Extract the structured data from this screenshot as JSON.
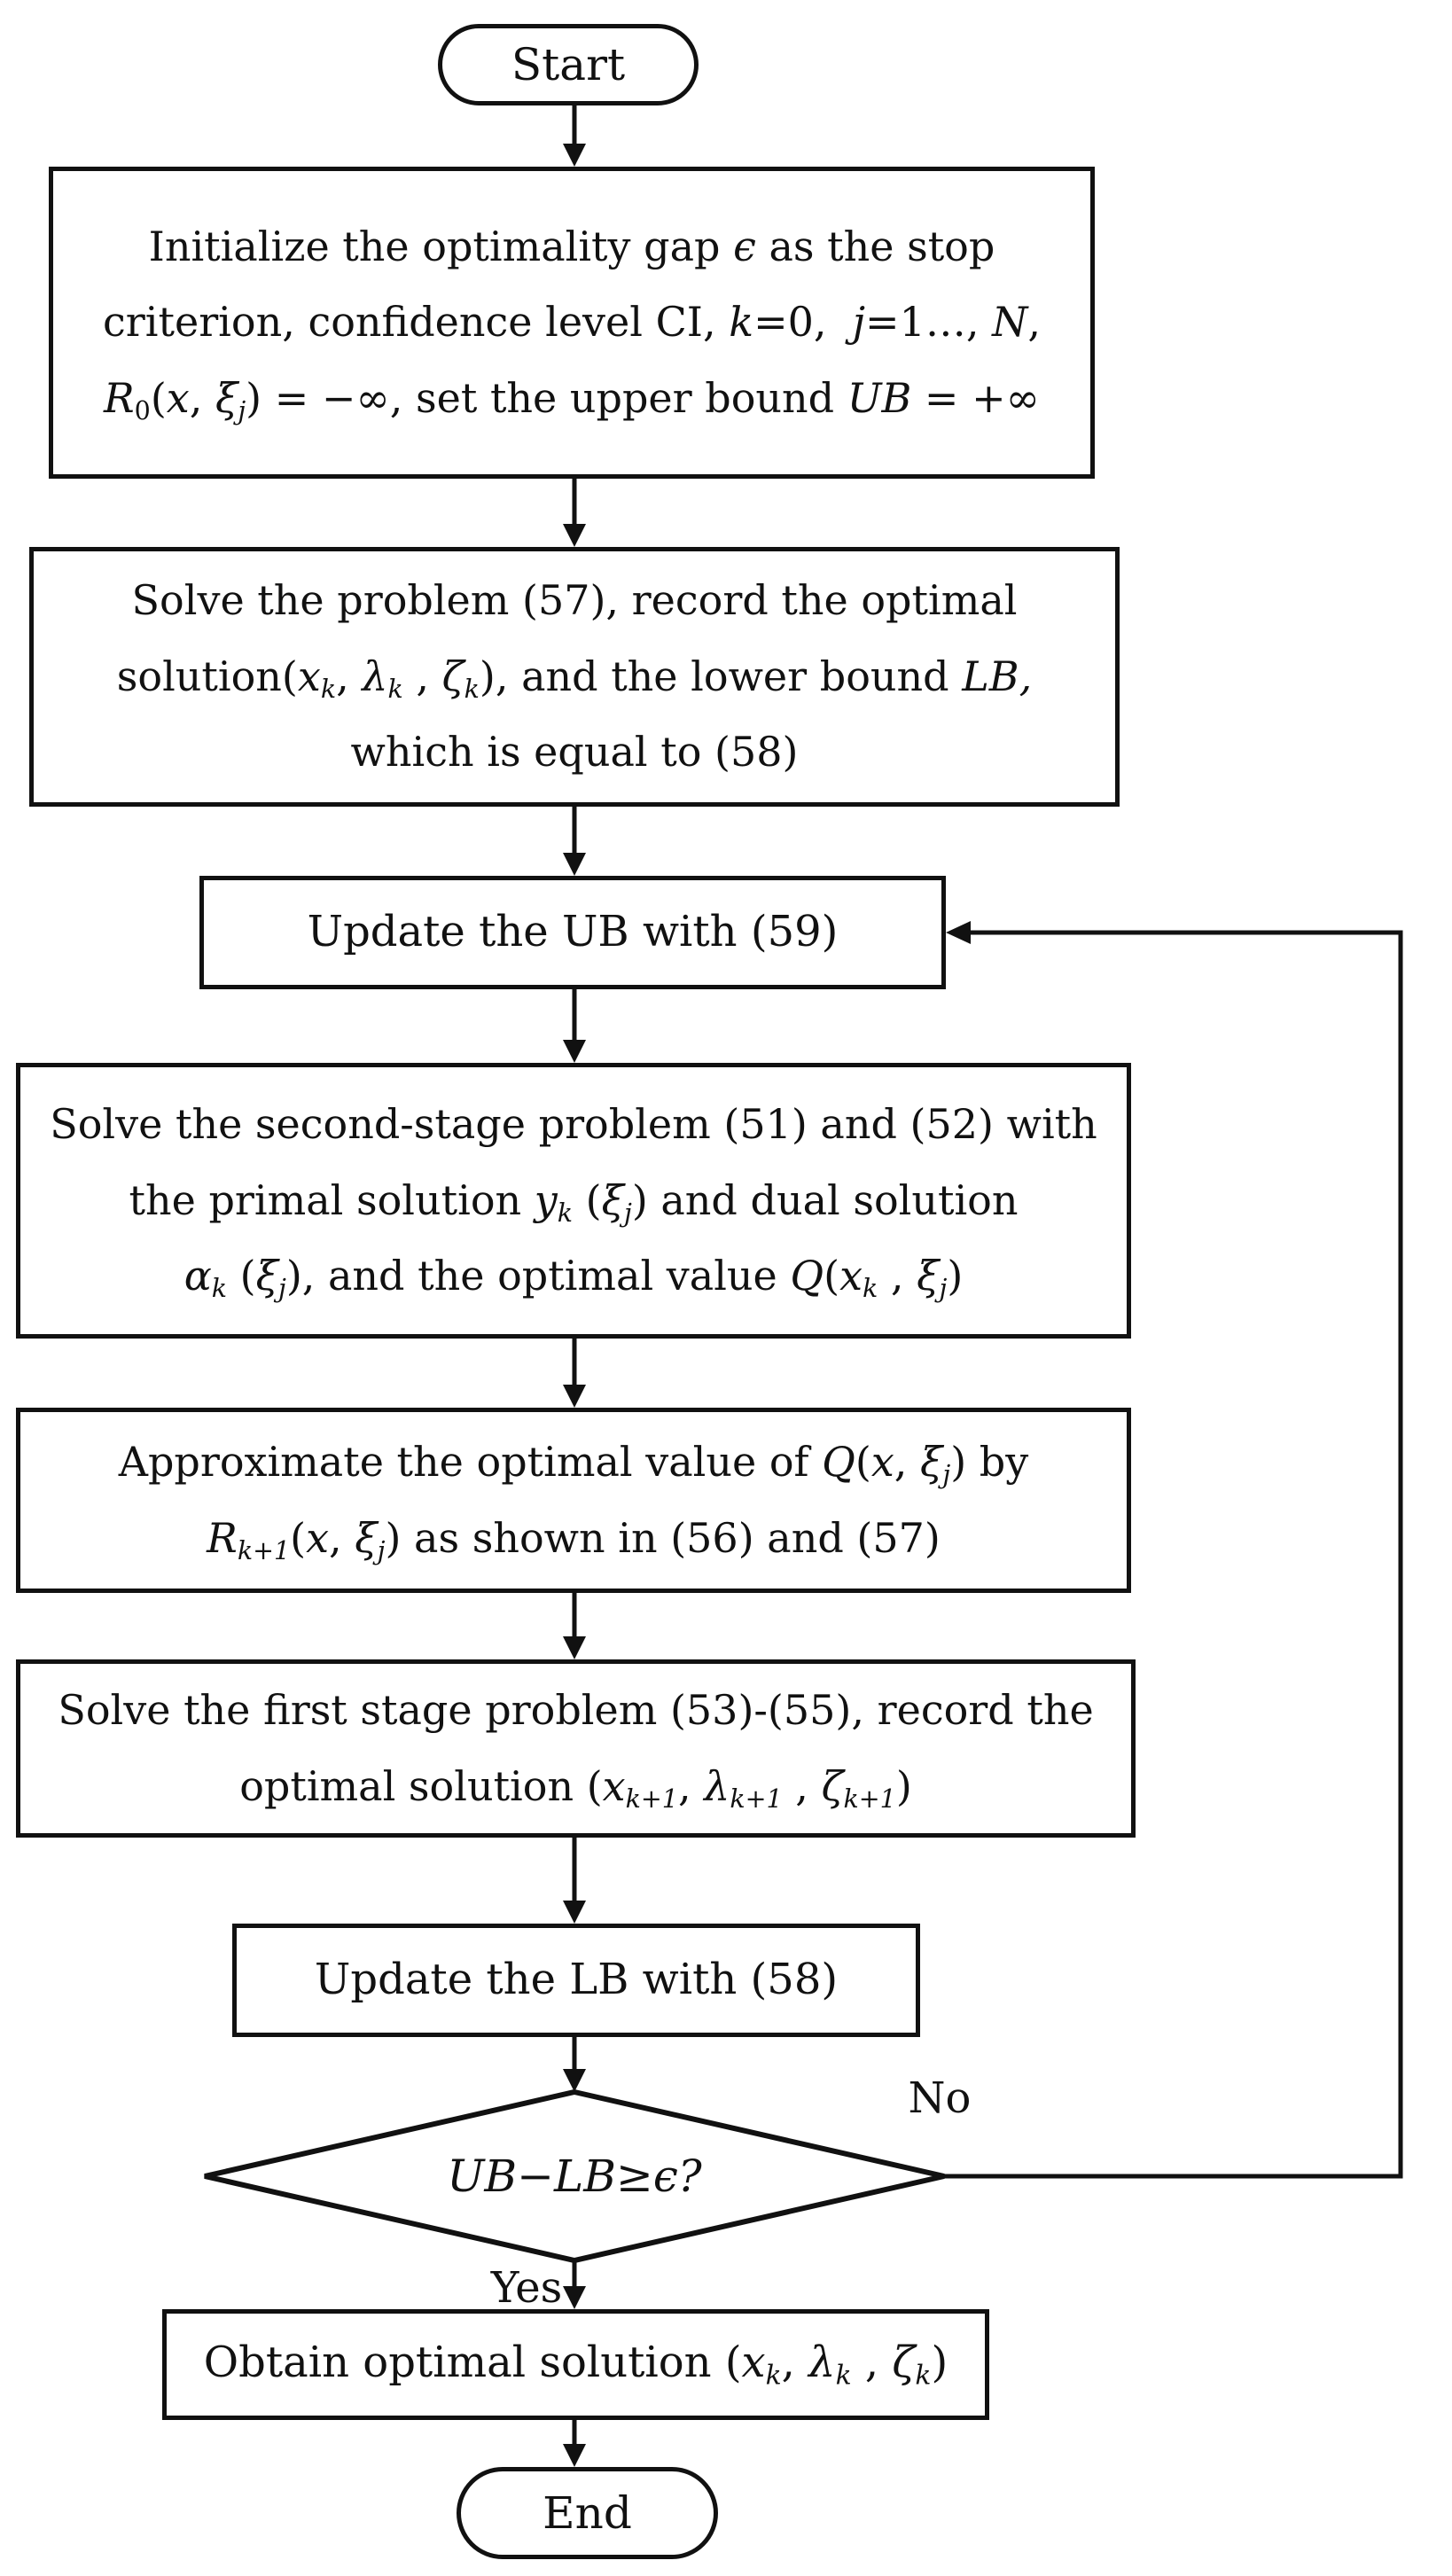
{
  "colors": {
    "ink": "#111111",
    "background": "#ffffff"
  },
  "nodes": {
    "start": {
      "label": "Start"
    },
    "init": {
      "lines": [
        [
          {
            "t": "Initialize the optimality gap "
          },
          {
            "t": "ϵ",
            "i": 1
          },
          {
            "t": " as the stop"
          }
        ],
        [
          {
            "t": "criterion, confidence level CI, "
          },
          {
            "t": "k",
            "i": 1
          },
          {
            "t": "=0,  "
          },
          {
            "t": "j",
            "i": 1
          },
          {
            "t": "=1…, "
          },
          {
            "t": "N",
            "i": 1
          },
          {
            "t": ","
          }
        ],
        [
          {
            "t": "R",
            "i": 1
          },
          {
            "t": "0",
            "sub": 1
          },
          {
            "t": "("
          },
          {
            "t": "x",
            "i": 1
          },
          {
            "t": ", "
          },
          {
            "t": "ξ",
            "i": 1
          },
          {
            "t": "j",
            "i": 1,
            "sub": 1
          },
          {
            "t": ") = −∞, set the upper bound "
          },
          {
            "t": "UB",
            "i": 1
          },
          {
            "t": " = +∞"
          }
        ]
      ]
    },
    "solve_master": {
      "lines": [
        [
          {
            "t": "Solve the problem (57), record the optimal"
          }
        ],
        [
          {
            "t": "solution("
          },
          {
            "t": "x",
            "i": 1
          },
          {
            "t": "k",
            "i": 1,
            "sub": 1
          },
          {
            "t": ", "
          },
          {
            "t": "λ",
            "i": 1
          },
          {
            "t": "k",
            "i": 1,
            "sub": 1
          },
          {
            "t": " , "
          },
          {
            "t": "ζ",
            "i": 1
          },
          {
            "t": "k",
            "i": 1,
            "sub": 1
          },
          {
            "t": "), and the lower bound "
          },
          {
            "t": "LB,",
            "i": 1
          }
        ],
        [
          {
            "t": "which is equal to (58)"
          }
        ]
      ]
    },
    "update_ub": {
      "label": "Update the UB with (59)"
    },
    "second_stage": {
      "lines": [
        [
          {
            "t": "Solve the second-stage problem (51) and (52) with"
          }
        ],
        [
          {
            "t": "the primal solution "
          },
          {
            "t": "y",
            "i": 1
          },
          {
            "t": "k",
            "i": 1,
            "sub": 1
          },
          {
            "t": " ("
          },
          {
            "t": "ξ",
            "i": 1
          },
          {
            "t": "j",
            "i": 1,
            "sub": 1
          },
          {
            "t": ") and dual solution"
          }
        ],
        [
          {
            "t": "α",
            "i": 1
          },
          {
            "t": "k",
            "i": 1,
            "sub": 1
          },
          {
            "t": " ("
          },
          {
            "t": "ξ",
            "i": 1
          },
          {
            "t": "j",
            "i": 1,
            "sub": 1
          },
          {
            "t": "), and the optimal value "
          },
          {
            "t": "Q",
            "i": 1
          },
          {
            "t": "("
          },
          {
            "t": "x",
            "i": 1
          },
          {
            "t": "k",
            "i": 1,
            "sub": 1
          },
          {
            "t": " , "
          },
          {
            "t": "ξ",
            "i": 1
          },
          {
            "t": "j",
            "i": 1,
            "sub": 1
          },
          {
            "t": ")"
          }
        ]
      ]
    },
    "approximate": {
      "lines": [
        [
          {
            "t": "Approximate the optimal value of "
          },
          {
            "t": "Q",
            "i": 1
          },
          {
            "t": "("
          },
          {
            "t": "x",
            "i": 1
          },
          {
            "t": ", "
          },
          {
            "t": "ξ",
            "i": 1
          },
          {
            "t": "j",
            "i": 1,
            "sub": 1
          },
          {
            "t": ") by"
          }
        ],
        [
          {
            "t": "R",
            "i": 1
          },
          {
            "t": "k+1",
            "i": 1,
            "sub": 1
          },
          {
            "t": "("
          },
          {
            "t": "x",
            "i": 1
          },
          {
            "t": ", "
          },
          {
            "t": "ξ",
            "i": 1
          },
          {
            "t": "j",
            "i": 1,
            "sub": 1
          },
          {
            "t": ") as shown in (56) and (57)"
          }
        ]
      ]
    },
    "first_stage": {
      "lines": [
        [
          {
            "t": "Solve the first stage problem (53)-(55), record the"
          }
        ],
        [
          {
            "t": "optimal solution ("
          },
          {
            "t": "x",
            "i": 1
          },
          {
            "t": "k+1",
            "i": 1,
            "sub": 1
          },
          {
            "t": ", "
          },
          {
            "t": "λ",
            "i": 1
          },
          {
            "t": "k+1",
            "i": 1,
            "sub": 1
          },
          {
            "t": " , "
          },
          {
            "t": "ζ",
            "i": 1
          },
          {
            "t": "k+1",
            "i": 1,
            "sub": 1
          },
          {
            "t": ")"
          }
        ]
      ]
    },
    "update_lb": {
      "label": "Update the LB with (58)"
    },
    "decision": {
      "runs": [
        {
          "t": "UB",
          "i": 1
        },
        {
          "t": " − ",
          "i": 1
        },
        {
          "t": "LB",
          "i": 1
        },
        {
          "t": " ≥ ",
          "i": 0
        },
        {
          "t": "ϵ",
          "i": 1
        },
        {
          "t": "?",
          "i": 1
        }
      ]
    },
    "obtain": {
      "runs": [
        {
          "t": "Obtain optimal solution ("
        },
        {
          "t": "x",
          "i": 1
        },
        {
          "t": "k",
          "i": 1,
          "sub": 1
        },
        {
          "t": ", "
        },
        {
          "t": "λ",
          "i": 1
        },
        {
          "t": "k",
          "i": 1,
          "sub": 1
        },
        {
          "t": " , "
        },
        {
          "t": "ζ",
          "i": 1
        },
        {
          "t": "k",
          "i": 1,
          "sub": 1
        },
        {
          "t": ")"
        }
      ]
    },
    "end": {
      "label": "End"
    }
  },
  "edge_labels": {
    "no": "No",
    "yes": "Yes"
  },
  "edges": [
    {
      "from": "start",
      "to": "init"
    },
    {
      "from": "init",
      "to": "solve_master"
    },
    {
      "from": "solve_master",
      "to": "update_ub"
    },
    {
      "from": "update_ub",
      "to": "second_stage"
    },
    {
      "from": "second_stage",
      "to": "approximate"
    },
    {
      "from": "approximate",
      "to": "first_stage"
    },
    {
      "from": "first_stage",
      "to": "update_lb"
    },
    {
      "from": "update_lb",
      "to": "decision"
    },
    {
      "from": "decision",
      "to": "update_ub",
      "label": "No"
    },
    {
      "from": "decision",
      "to": "obtain",
      "label": "Yes"
    },
    {
      "from": "obtain",
      "to": "end"
    }
  ]
}
